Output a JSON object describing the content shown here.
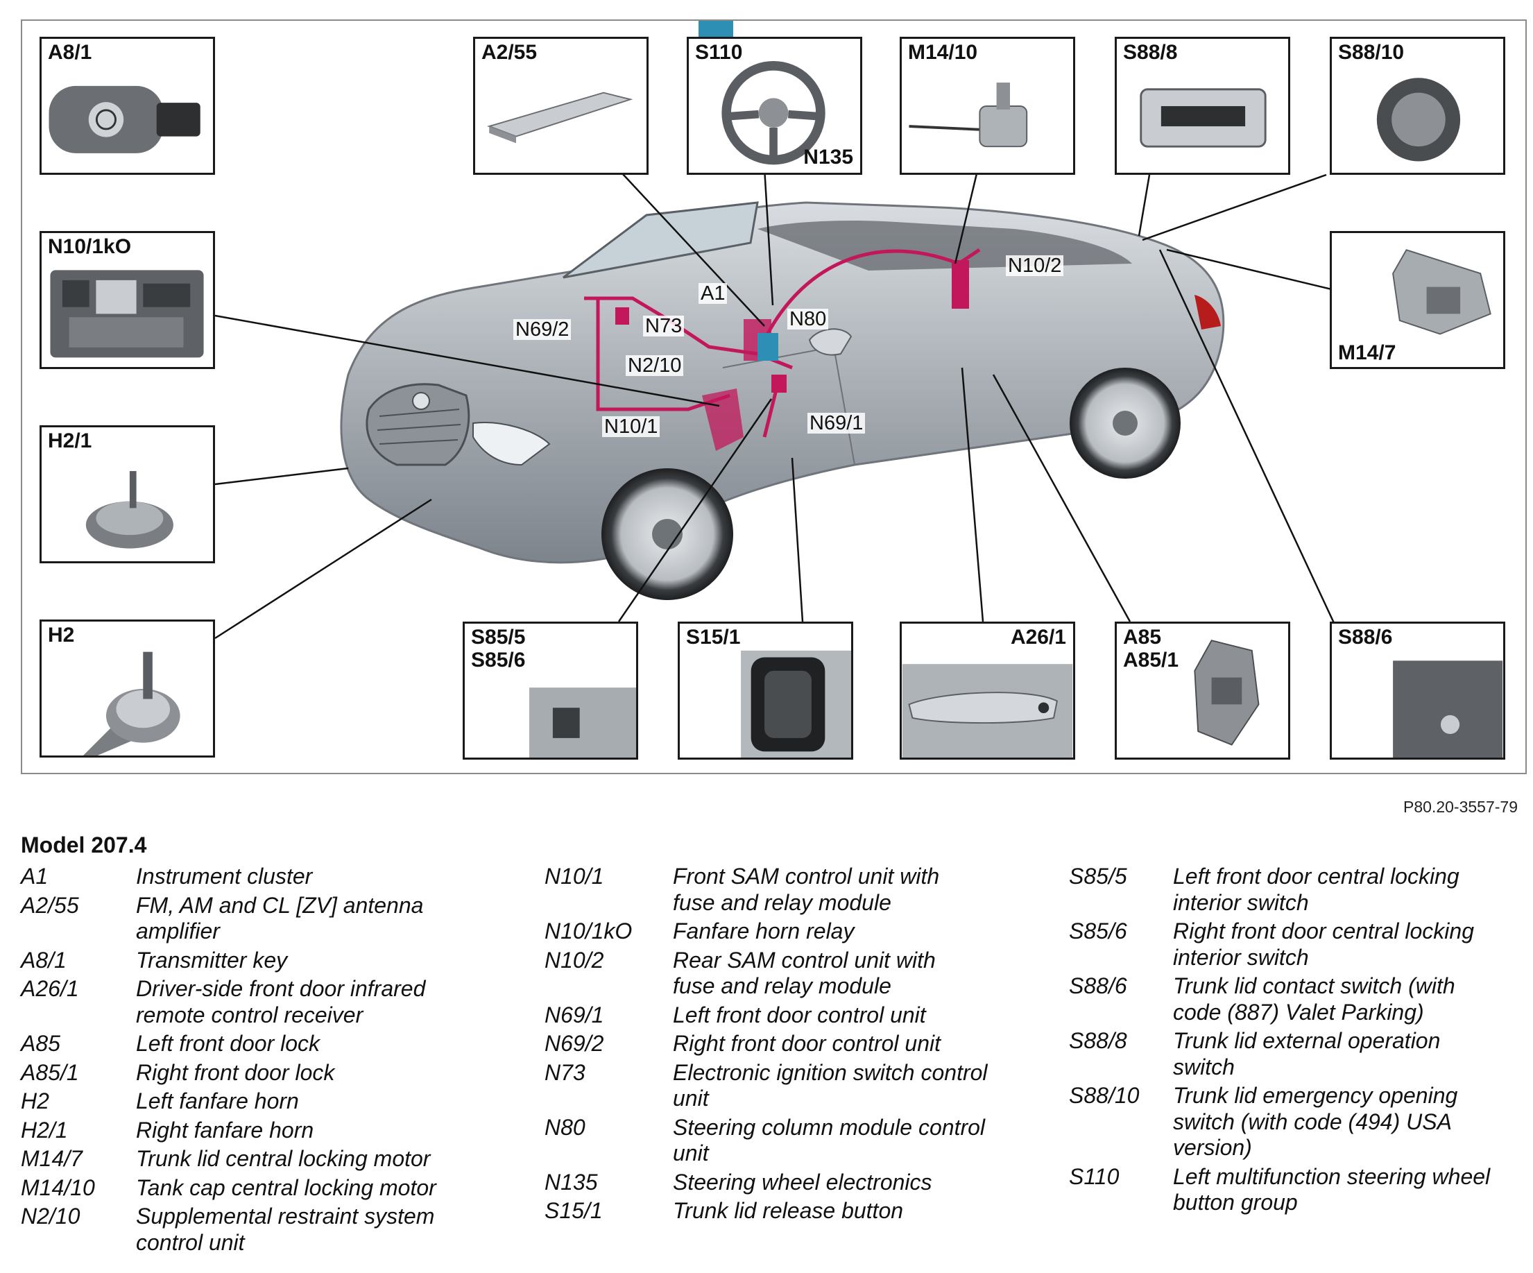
{
  "diagram": {
    "boxes": {
      "a8_1": "A8/1",
      "a2_55": "A2/55",
      "s110": "S110",
      "n135": "N135",
      "m14_10": "M14/10",
      "s88_8": "S88/8",
      "s88_10": "S88/10",
      "n10_1ko": "N10/1kO",
      "m14_7": "M14/7",
      "h2_1": "H2/1",
      "h2": "H2",
      "s85": "S85/5\nS85/6",
      "s15_1": "S15/1",
      "a26_1": "A26/1",
      "a85": "A85\nA85/1",
      "s88_6": "S88/6"
    },
    "callouts": {
      "a1": "A1",
      "n69_2": "N69/2",
      "n73": "N73",
      "n80": "N80",
      "n2_10": "N2/10",
      "n10_1": "N10/1",
      "n69_1": "N69/1",
      "n10_2": "N10/2"
    },
    "colors": {
      "wiring": "#c2185b",
      "component": "#2e8fb5",
      "car_body": "#a7adb3",
      "frame": "#8a8a8a"
    }
  },
  "figure_ref": "P80.20-3557-79",
  "legend": {
    "title": "Model 207.4",
    "col1": [
      {
        "code": "A1",
        "desc": "Instrument cluster"
      },
      {
        "code": "A2/55",
        "desc": "FM, AM and CL [ZV] antenna amplifier"
      },
      {
        "code": "A8/1",
        "desc": "Transmitter key"
      },
      {
        "code": "A26/1",
        "desc": "Driver-side front door infrared remote control receiver"
      },
      {
        "code": "A85",
        "desc": "Left front door lock"
      },
      {
        "code": "A85/1",
        "desc": "Right front door lock"
      },
      {
        "code": "H2",
        "desc": "Left fanfare horn"
      },
      {
        "code": "H2/1",
        "desc": "Right fanfare horn"
      },
      {
        "code": "M14/7",
        "desc": "Trunk lid central locking motor"
      },
      {
        "code": "M14/10",
        "desc": "Tank cap central locking motor"
      },
      {
        "code": "N2/10",
        "desc": "Supplemental restraint system control unit"
      }
    ],
    "col2": [
      {
        "code": "N10/1",
        "desc": "Front SAM control unit with fuse and relay module"
      },
      {
        "code": "N10/1kO",
        "desc": "Fanfare horn relay"
      },
      {
        "code": "N10/2",
        "desc": "Rear SAM control unit with fuse and relay module"
      },
      {
        "code": "N69/1",
        "desc": "Left front door control unit"
      },
      {
        "code": "N69/2",
        "desc": "Right front door control unit"
      },
      {
        "code": "N73",
        "desc": "Electronic ignition switch control unit"
      },
      {
        "code": "N80",
        "desc": "Steering column module control unit"
      },
      {
        "code": "N135",
        "desc": "Steering wheel electronics"
      },
      {
        "code": "S15/1",
        "desc": "Trunk lid release button"
      }
    ],
    "col3": [
      {
        "code": "S85/5",
        "desc": "Left front door central locking interior switch"
      },
      {
        "code": "S85/6",
        "desc": "Right front door central locking interior switch"
      },
      {
        "code": "S88/6",
        "desc": "Trunk lid contact switch (with code (887) Valet Parking)"
      },
      {
        "code": "S88/8",
        "desc": "Trunk lid external operation switch"
      },
      {
        "code": "S88/10",
        "desc": "Trunk lid emergency opening switch (with code (494) USA version)"
      },
      {
        "code": "S110",
        "desc": "Left multifunction steering wheel button group"
      }
    ]
  }
}
